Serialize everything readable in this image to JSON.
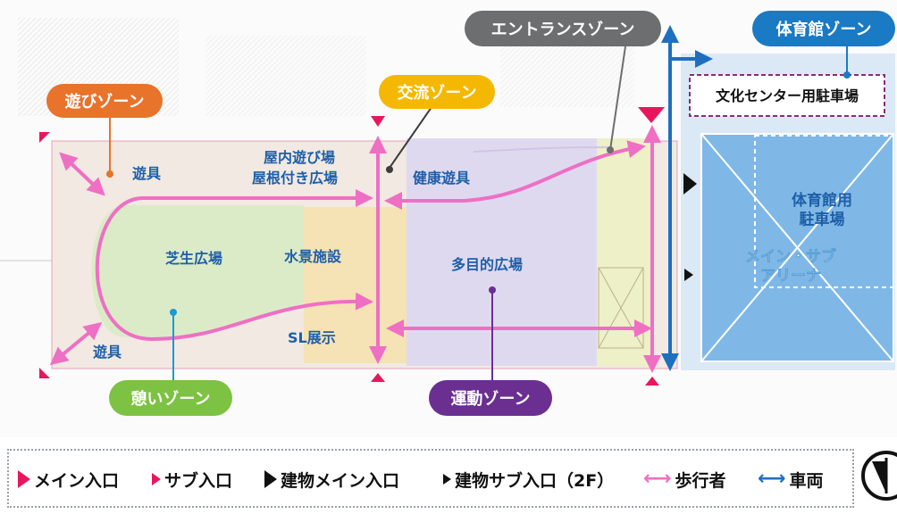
{
  "zones": {
    "play": "遊びゾーン",
    "exchange": "交流ゾーン",
    "entrance": "エントランスゾーン",
    "gym": "体育館ゾーン",
    "rest": "憩いゾーン",
    "sport": "運動ゾーン"
  },
  "facilities": {
    "play_equipment_top": "遊具",
    "indoor_play": "屋内遊び場",
    "roofed_plaza": "屋根付き広場",
    "health_equipment": "健康遊具",
    "lawn_plaza": "芝生広場",
    "water_feature": "水景施設",
    "multipurpose_plaza": "多目的広場",
    "sl_display": "SL展示",
    "play_equipment_bottom": "遊具",
    "culture_center_parking": "文化センター用駐車場",
    "gym_parking": "体育館用\n駐車場",
    "arena": "メイン・サブ\nアリーナ"
  },
  "legend": {
    "main_entrance": "メイン入口",
    "sub_entrance": "サブ入口",
    "building_main_entrance": "建物メイン入口",
    "building_sub_entrance": "建物サブ入口（2F）",
    "pedestrian": "歩行者",
    "vehicle": "車両"
  },
  "colors": {
    "play": "#e8732b",
    "exchange": "#f5b800",
    "entrance": "#6d6e70",
    "gym": "#1a7ac4",
    "rest": "#7dc242",
    "sport": "#6a2f91",
    "pedestrian": "#ef6fc4",
    "vehicle": "#1f6fc0",
    "marker": "#e8175d",
    "text": "#1f5fa8"
  }
}
